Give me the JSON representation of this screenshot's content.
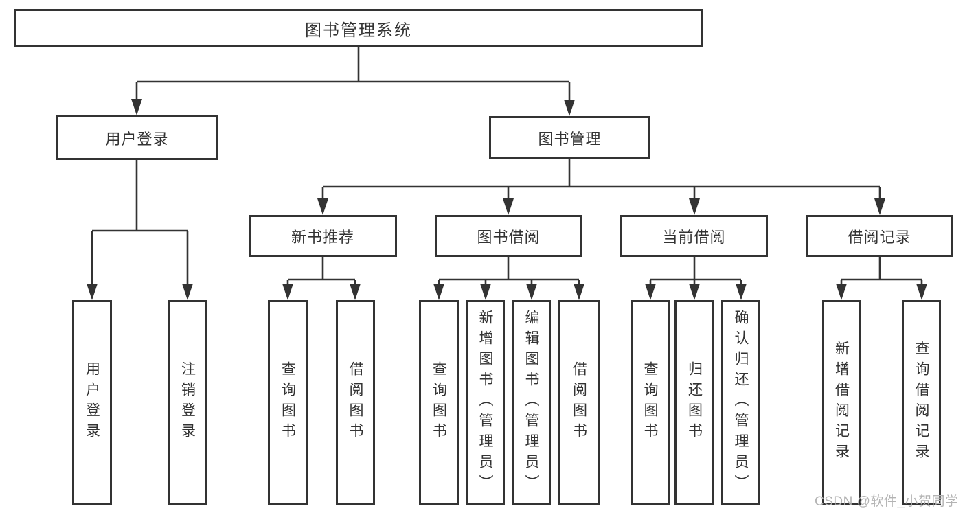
{
  "tree": {
    "root": {
      "label": "图书管理系统",
      "children": [
        {
          "label": "用户登录",
          "children": [
            {
              "label": "用户登录"
            },
            {
              "label": "注销登录"
            }
          ]
        },
        {
          "label": "图书管理",
          "children": [
            {
              "label": "新书推荐",
              "children": [
                {
                  "label": "查询图书"
                },
                {
                  "label": "借阅图书"
                }
              ]
            },
            {
              "label": "图书借阅",
              "children": [
                {
                  "label": "查询图书"
                },
                {
                  "label": "新增图书（管理员）"
                },
                {
                  "label": "编辑图书（管理员）"
                },
                {
                  "label": "借阅图书"
                }
              ]
            },
            {
              "label": "当前借阅",
              "children": [
                {
                  "label": "查询图书"
                },
                {
                  "label": "归还图书"
                },
                {
                  "label": "确认归还（管理员）"
                }
              ]
            },
            {
              "label": "借阅记录",
              "children": [
                {
                  "label": "新增借阅记录"
                },
                {
                  "label": "查询借阅记录"
                }
              ]
            }
          ]
        }
      ]
    }
  },
  "watermark": {
    "text": "CSDN @软件_小贺同学"
  },
  "colors": {
    "line": "#333333",
    "text": "#333333",
    "box_background": "#ffffff",
    "page_background": "#ffffff",
    "watermark": "#b3b3b3"
  }
}
